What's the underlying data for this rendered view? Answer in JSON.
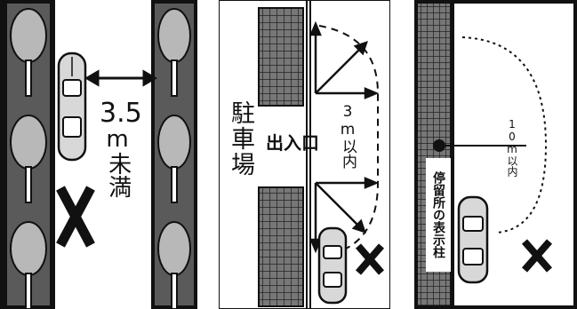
{
  "panels": {
    "road_width": {
      "width_value": "3.5",
      "width_unit": "m",
      "width_text": "未満",
      "mark": "prohibited-x"
    },
    "parking_entrance": {
      "facility_label": "駐車場",
      "entrance_label": "出入口",
      "distance_label": "3m以内",
      "mark": "prohibited-x"
    },
    "bus_stop": {
      "sign_post_label": "停留所の表示柱",
      "distance_label": "10m以内",
      "mark": "prohibited-x"
    }
  },
  "colors": {
    "ink": "#111111",
    "tree": "#b8b8b8",
    "roadside": "#5a5a5a",
    "car_body": "#d8d8d8",
    "building_tile": "#777777"
  }
}
